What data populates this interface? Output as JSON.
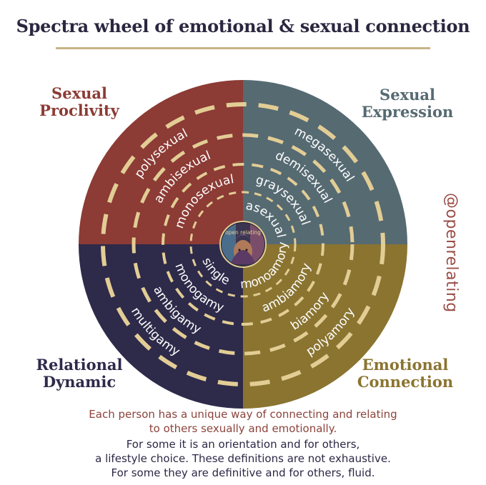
{
  "title": "Spectra wheel of emotional & sexual connection",
  "handle": "@openrelating",
  "center_badge": "open relating",
  "quadrants": [
    {
      "id": "sexual-proclivity",
      "title_lines": [
        "Sexual",
        "Proclivity"
      ],
      "color": "#8c3b35",
      "title_color": "#8c3b35",
      "rings": [
        "polysexual",
        "ambisexual",
        "monosexual"
      ]
    },
    {
      "id": "sexual-expression",
      "title_lines": [
        "Sexual",
        "Expression"
      ],
      "color": "#566a72",
      "title_color": "#566a72",
      "rings": [
        "megasexual",
        "demisexual",
        "graysexual",
        "asexual"
      ]
    },
    {
      "id": "relational-dynamic",
      "title_lines": [
        "Relational",
        "Dynamic"
      ],
      "color": "#2e2a4a",
      "title_color": "#2e2a4a",
      "rings": [
        "multigamy",
        "ambigamy",
        "monogamy",
        "single"
      ]
    },
    {
      "id": "emotional-connection",
      "title_lines": [
        "Emotional",
        "Connection"
      ],
      "color": "#8a7430",
      "title_color": "#8a7430",
      "rings": [
        "polyamory",
        "biamory",
        "ambiamory",
        "monoamory"
      ]
    }
  ],
  "dash_color": "#e2cd95",
  "caption": {
    "line1": "Each person has a unique way of connecting and relating",
    "line2": "to others sexually and emotionally.",
    "line3": "For some it is an orientation and for others,",
    "line4": "a lifestyle choice. These definitions are not exhaustive.",
    "line5": "For some they are definitive and for others, fluid."
  }
}
